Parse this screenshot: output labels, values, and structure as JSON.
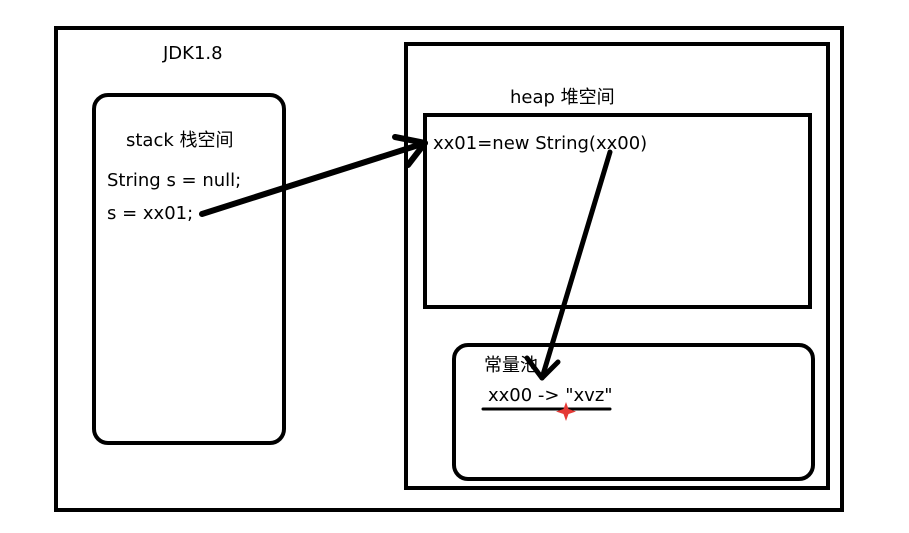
{
  "title": "JDK1.8",
  "stack": {
    "label": "stack 栈空间",
    "lines": [
      "String s = null;",
      "s = xx01;"
    ]
  },
  "heap": {
    "label": "heap 堆空间",
    "object": "xx01=new String(xx00)"
  },
  "pool": {
    "label": "常量池",
    "entry": "xx00 -> \"xvz\""
  }
}
